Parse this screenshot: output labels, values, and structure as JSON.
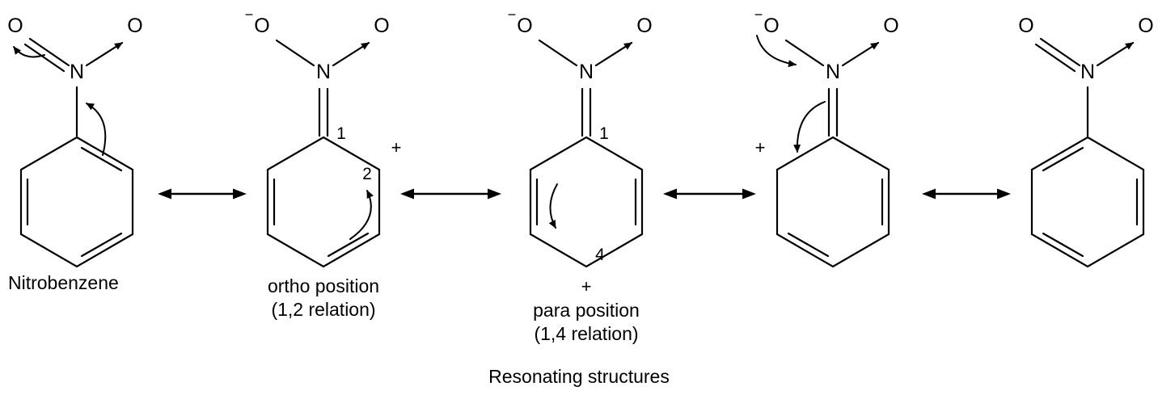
{
  "title": "Resonating structures",
  "structures": [
    {
      "id": "nitrobenzene",
      "caption": "Nitrobenzene",
      "n": "N",
      "o_left": "O",
      "o_right": "O"
    },
    {
      "id": "ortho-cation",
      "caption_line1": "ortho position",
      "caption_line2": "(1,2 relation)",
      "n": "N",
      "o_left": "O",
      "o_left_charge": "−",
      "o_right": "O",
      "pos1": "1",
      "pos2": "2",
      "charge": "+"
    },
    {
      "id": "para-cation",
      "caption_line1": "para position",
      "caption_line2": "(1,4 relation)",
      "n": "N",
      "o_left": "O",
      "o_left_charge": "−",
      "o_right": "O",
      "pos1": "1",
      "pos4": "4",
      "charge": "+"
    },
    {
      "id": "ortho-cation-2",
      "n": "N",
      "o_left": "O",
      "o_left_charge": "−",
      "o_right": "O",
      "charge": "+"
    },
    {
      "id": "nitrobenzene-2",
      "n": "N",
      "o_left": "O",
      "o_right": "O"
    }
  ]
}
